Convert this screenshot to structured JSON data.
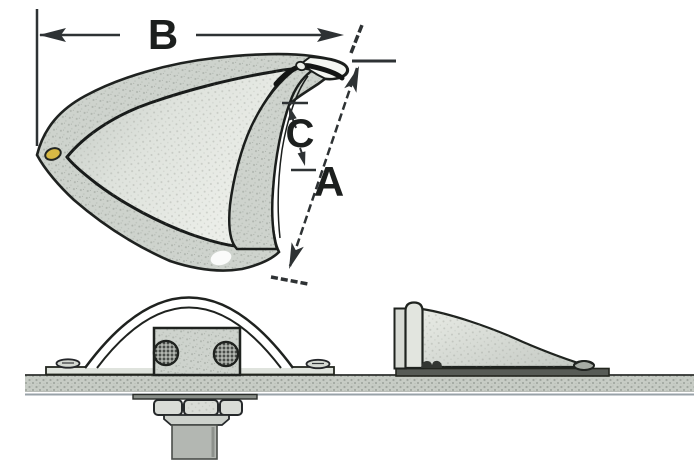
{
  "figure": {
    "type": "technical-dimension-diagram",
    "labels": {
      "width": "B",
      "opening": "C",
      "height": "A"
    }
  },
  "colors": {
    "background": "#ffffff",
    "outline": "#1f2220",
    "dimension_line": "#2e3234",
    "metal_light": "#d3d7d1",
    "metal_shadow": "#c6cbc5",
    "brass_hole": "#d8b945",
    "deck_panel": "#c7ccc5"
  }
}
